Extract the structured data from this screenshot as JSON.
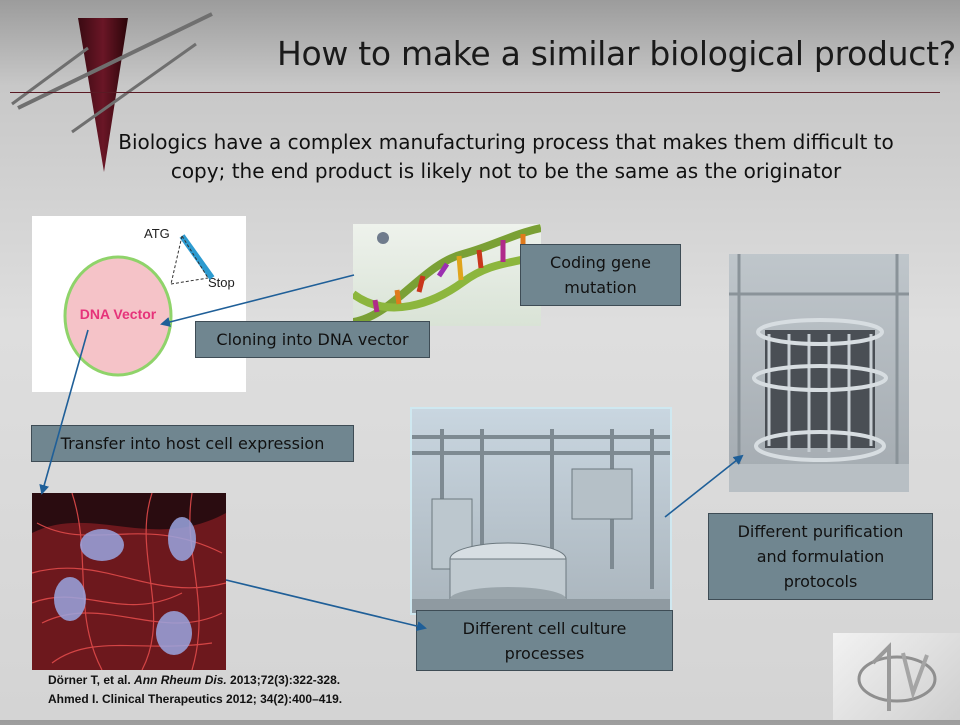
{
  "slide": {
    "title": "How to make a similar biological product?",
    "subtitle": "Biologics have a complex manufacturing process that makes them difficult to copy; the end product is likely not to be the same as the originator"
  },
  "diagram": {
    "vector_label": "DNA Vector",
    "atg_label": "ATG",
    "stop_label": "Stop"
  },
  "labels": {
    "coding_gene": "Coding gene mutation",
    "cloning": "Cloning into DNA vector",
    "transfer": "Transfer  into host cell expression",
    "cell_culture": "Different  cell culture processes",
    "purification": "Different  purification and formulation protocols"
  },
  "references": [
    {
      "authors": "Dörner T, et al. ",
      "journal": "Ann Rheum Dis.",
      "details": " 2013;72(3):322-328."
    },
    {
      "authors": "Ahmed I. Clinical Therapeutics 2012; 34(2):400–419.",
      "journal": "",
      "details": ""
    }
  ],
  "colors": {
    "accent_maroon": "#5a1a24",
    "label_box_fill": "#708690",
    "arrow_blue": "#1f5f98",
    "vector_text": "#e6327a",
    "vector_ring": "#8fd36a"
  },
  "icons": {
    "logo_mark": "maroon-spike-logo",
    "corner_logo": "pm-monogram-logo"
  }
}
